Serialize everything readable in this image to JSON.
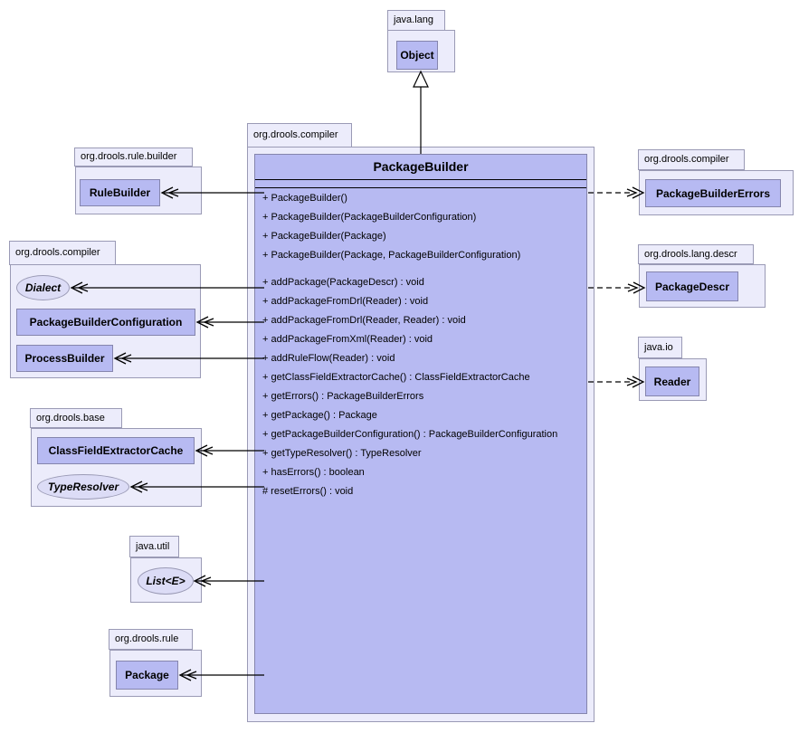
{
  "diagram_type": "uml-class-diagram",
  "colors": {
    "class_fill": "#b7baf2",
    "package_fill": "#ececfb",
    "interface_fill": "#dcdcf6",
    "border": "#9a9ab5",
    "line": "#000000"
  },
  "packages": {
    "java_lang": {
      "name": "java.lang",
      "class_name": "Object"
    },
    "compiler_main": {
      "name": "org.drools.compiler"
    },
    "rule_builder": {
      "name": "org.drools.rule.builder",
      "class_name": "RuleBuilder"
    },
    "compiler_left": {
      "name": "org.drools.compiler",
      "interface_name": "Dialect",
      "class1": "PackageBuilderConfiguration",
      "class2": "ProcessBuilder"
    },
    "base": {
      "name": "org.drools.base",
      "class_name": "ClassFieldExtractorCache",
      "interface_name": "TypeResolver"
    },
    "java_util": {
      "name": "java.util",
      "interface_name": "List<E>"
    },
    "rule": {
      "name": "org.drools.rule",
      "class_name": "Package"
    },
    "compiler_right": {
      "name": "org.drools.compiler",
      "class_name": "PackageBuilderErrors"
    },
    "lang_descr": {
      "name": "org.drools.lang.descr",
      "class_name": "PackageDescr"
    },
    "java_io": {
      "name": "java.io",
      "class_name": "Reader"
    }
  },
  "main_class": {
    "title": "PackageBuilder",
    "constructors": [
      "+ PackageBuilder()",
      "+ PackageBuilder(PackageBuilderConfiguration)",
      "+ PackageBuilder(Package)",
      "+ PackageBuilder(Package, PackageBuilderConfiguration)"
    ],
    "methods": [
      "+ addPackage(PackageDescr) : void",
      "+ addPackageFromDrl(Reader) : void",
      "+ addPackageFromDrl(Reader, Reader) : void",
      "+ addPackageFromXml(Reader) : void",
      "+ addRuleFlow(Reader) : void",
      "+ getClassFieldExtractorCache() : ClassFieldExtractorCache",
      "+ getErrors() : PackageBuilderErrors",
      "+ getPackage() : Package",
      "+ getPackageBuilderConfiguration() : PackageBuilderConfiguration",
      "+ getTypeResolver() : TypeResolver",
      "+ hasErrors() : boolean",
      "# resetErrors() : void"
    ]
  }
}
